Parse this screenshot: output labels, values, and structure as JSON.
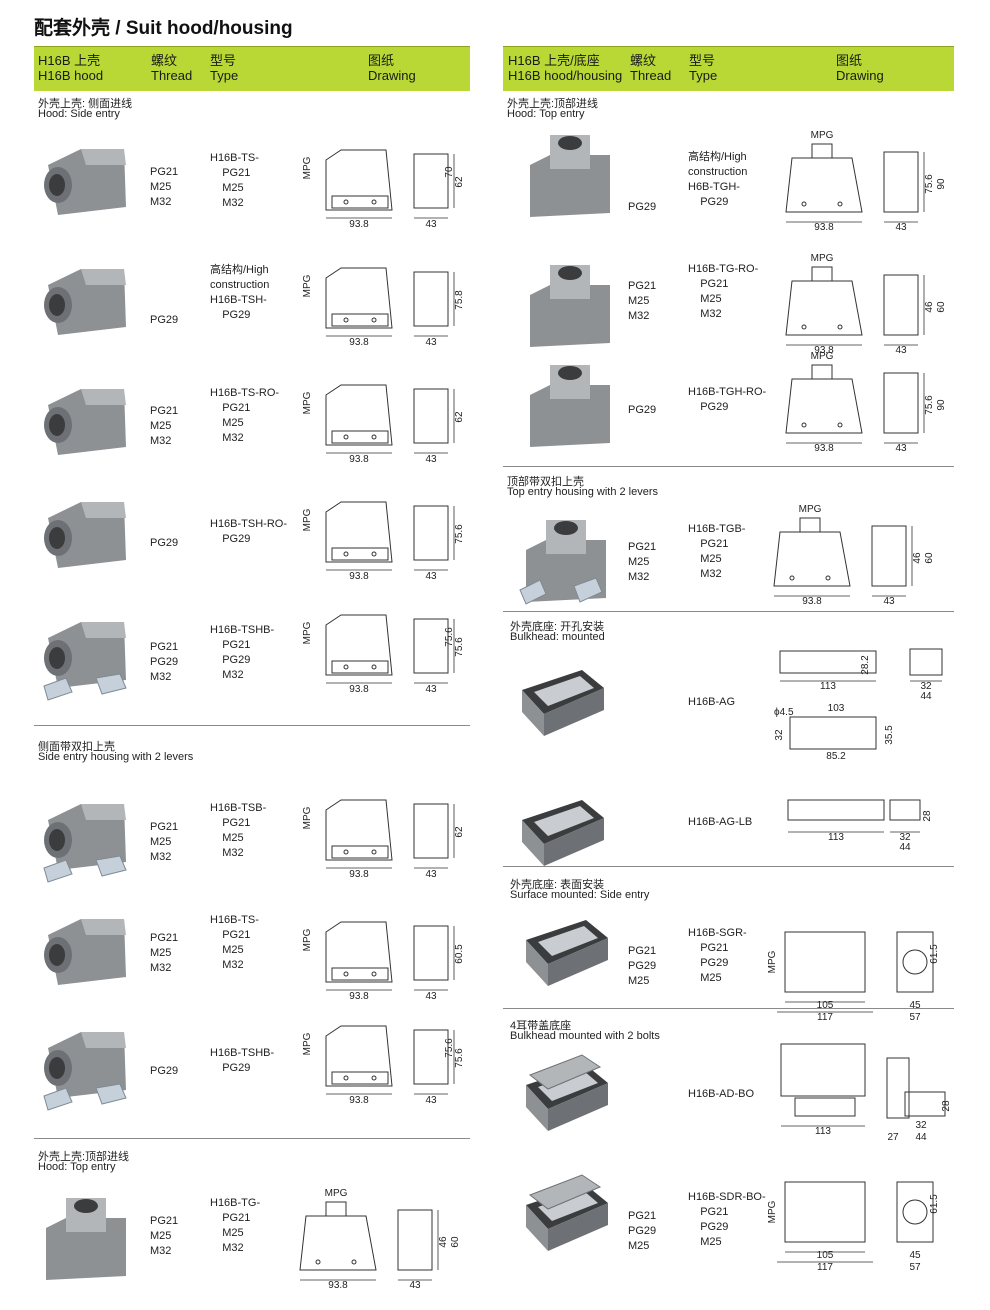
{
  "page_title": "配套外壳 / Suit hood/housing",
  "left_header": {
    "model_cn": "H16B 上壳",
    "model_en": "H16B hood",
    "thread_cn": "螺纹",
    "thread_en": "Thread",
    "type_cn": "型号",
    "type_en": "Type",
    "drawing_cn": "图纸",
    "drawing_en": "Drawing"
  },
  "right_header": {
    "model_cn": "H16B 上壳/底座",
    "model_en": "H16B hood/housing",
    "thread_cn": "螺纹",
    "thread_en": "Thread",
    "type_cn": "型号",
    "type_en": "Type",
    "drawing_cn": "图纸",
    "drawing_en": "Drawing"
  },
  "left_sections": [
    {
      "cn": "外壳上壳: 侧面进线",
      "en": "Hood: Side entry"
    },
    {
      "cn": "侧面带双扣上壳",
      "en": "Side entry housing with 2 levers"
    },
    {
      "cn": "外壳上壳:顶部进线",
      "en": "Hood: Top entry"
    }
  ],
  "right_sections": [
    {
      "cn": "外壳上壳:顶部进线",
      "en": "Hood: Top entry"
    },
    {
      "cn": "顶部带双扣上壳",
      "en": "Top entry housing with 2 levers"
    },
    {
      "cn": "外壳底座: 开孔安装",
      "en": "Bulkhead: mounted"
    },
    {
      "cn": "外壳底座: 表面安装",
      "en": "Surface mounted: Side entry"
    },
    {
      "cn": "4耳带盖底座",
      "en": "Bulkhead mounted with 2 bolts"
    }
  ],
  "left_items": [
    {
      "threads": "PG21\nM25\nM32",
      "type": "H16B-TS-\n    PG21\n    M25\n    M32",
      "dims": {
        "w": "93.8",
        "d": "43",
        "h1": "62",
        "h2": "70",
        "mpg": "MPG"
      }
    },
    {
      "threads": "PG29",
      "type": "高结构/High\nconstruction\nH16B-TSH-\n    PG29",
      "dims": {
        "w": "93.8",
        "d": "43",
        "h1": "75.8",
        "mpg": "MPG"
      }
    },
    {
      "threads": "PG21\nM25\nM32",
      "type": "H16B-TS-RO-\n    PG21\n    M25\n    M32",
      "dims": {
        "w": "93.8",
        "d": "43",
        "h1": "62",
        "mpg": "MPG"
      }
    },
    {
      "threads": "PG29",
      "type": "H16B-TSH-RO-\n    PG29",
      "dims": {
        "w": "93.8",
        "d": "43",
        "h1": "75.6",
        "mpg": "MPG"
      }
    },
    {
      "threads": "PG21\nPG29\nM32",
      "type": "H16B-TSHB-\n    PG21\n    PG29\n    M32",
      "dims": {
        "w": "93.8",
        "d": "43",
        "h1": "75.6",
        "h2": "75.6",
        "mpg": "MPG"
      }
    },
    {
      "threads": "PG21\nM25\nM32",
      "type": "H16B-TSB-\n    PG21\n    M25\n    M32",
      "dims": {
        "w": "93.8",
        "d": "43",
        "h1": "62",
        "mpg": "MPG"
      }
    },
    {
      "threads": "PG21\nM25\nM32",
      "type": "H16B-TS-\n    PG21\n    M25\n    M32",
      "dims": {
        "w": "93.8",
        "d": "43",
        "h1": "60.5",
        "mpg": "MPG"
      }
    },
    {
      "threads": "PG29",
      "type": "H16B-TSHB-\n    PG29",
      "dims": {
        "w": "93.8",
        "d": "43",
        "h1": "75.6",
        "h2": "75.6",
        "mpg": "MPG"
      }
    },
    {
      "threads": "PG21\nM25\nM32",
      "type": "H16B-TG-\n    PG21\n    M25\n    M32",
      "dims": {
        "w": "93.8",
        "d": "43",
        "h1": "46",
        "h2": "60",
        "mpg": "MPG"
      }
    }
  ],
  "right_items": [
    {
      "threads": "PG29",
      "type": "高结构/High\nconstruction\nH6B-TGH-\n    PG29",
      "dims": {
        "w": "93.8",
        "d": "43",
        "h1": "75.6",
        "h2": "90",
        "mpg": "MPG"
      }
    },
    {
      "threads": "PG21\nM25\nM32",
      "type": "H16B-TG-RO-\n    PG21\n    M25\n    M32",
      "dims": {
        "w": "93.8",
        "d": "43",
        "h1": "46",
        "h2": "60",
        "mpg": "MPG"
      }
    },
    {
      "threads": "PG29",
      "type": "H16B-TGH-RO-\n    PG29",
      "dims": {
        "w": "93.8",
        "d": "43",
        "h1": "75.6",
        "h2": "90",
        "mpg": "MPG"
      }
    },
    {
      "threads": "PG21\nM25\nM32",
      "type": "H16B-TGB-\n    PG21\n    M25\n    M32",
      "dims": {
        "w": "93.8",
        "d": "43",
        "h1": "46",
        "h2": "60",
        "mpg": "MPG"
      }
    },
    {
      "threads": "",
      "type": "H16B-AG",
      "dims": {
        "w": "113",
        "d1": "32",
        "d2": "44",
        "h1": "28.2",
        "cut_w": "103",
        "cut_w2": "85.2",
        "cut_h": "32",
        "cut_h2": "35.5",
        "hole": "ϕ4.5"
      }
    },
    {
      "threads": "",
      "type": "H16B-AG-LB",
      "dims": {
        "w": "113",
        "d1": "32",
        "d2": "44",
        "h1": "28"
      }
    },
    {
      "threads": "PG21\nPG29\nM25",
      "type": "H16B-SGR-\n    PG21\n    PG29\n    M25",
      "dims": {
        "w1": "105",
        "w2": "117",
        "d1": "45",
        "d2": "57",
        "h1": "61.5",
        "mpg": "MPG"
      }
    },
    {
      "threads": "",
      "type": "H16B-AD-BO",
      "dims": {
        "w": "113",
        "d0": "27",
        "d1": "32",
        "d2": "44",
        "h1": "28"
      }
    },
    {
      "threads": "PG21\nPG29\nM25",
      "type": "H16B-SDR-BO-\n    PG21\n    PG29\n    M25",
      "dims": {
        "w1": "105",
        "w2": "117",
        "d1": "45",
        "d2": "57",
        "h1": "61.5",
        "mpg": "MPG"
      }
    }
  ]
}
